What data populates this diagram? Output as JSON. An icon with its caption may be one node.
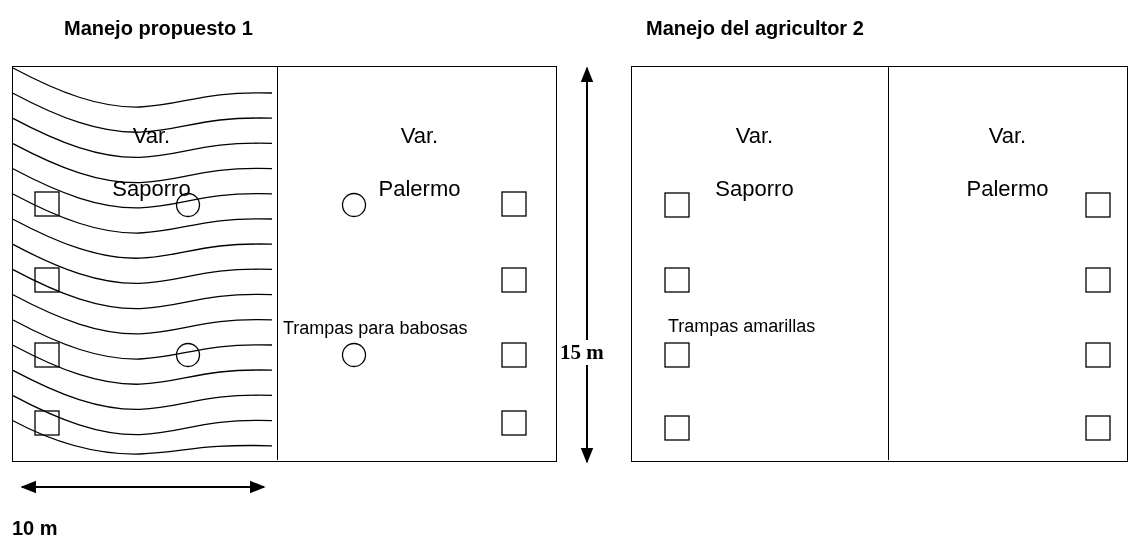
{
  "diagram": {
    "nodes": [
      {
        "text": [
          "Manejo propuesto 1"
        ]
      },
      {
        "text": [
          "Var. Saporro"
        ],
        "in": 0
      },
      {
        "text": [
          "Var. Palermo"
        ],
        "in": 0
      },
      {
        "text": [
          "Manejo del agricultor 2"
        ]
      },
      {
        "text": [
          "Var. Saporro"
        ],
        "in": 3
      },
      {
        "text": [
          "Var. Palermo"
        ],
        "in": 3
      }
    ],
    "labels": [
      "Trampas para babosas",
      "Trampas amarillas",
      "15 m",
      "10 m"
    ]
  }
}
